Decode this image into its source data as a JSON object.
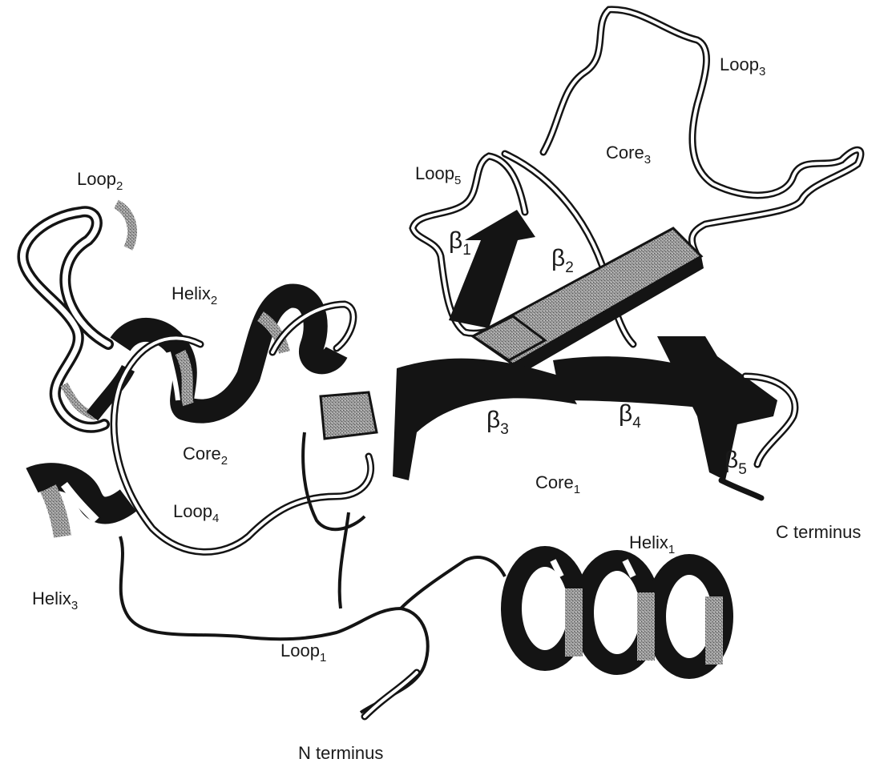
{
  "diagram": {
    "labels": {
      "loop1": {
        "base": "Loop",
        "sub": "1"
      },
      "loop2": {
        "base": "Loop",
        "sub": "2"
      },
      "loop3": {
        "base": "Loop",
        "sub": "3"
      },
      "loop4": {
        "base": "Loop",
        "sub": "4"
      },
      "loop5": {
        "base": "Loop",
        "sub": "5"
      },
      "helix1": {
        "base": "Helix",
        "sub": "1"
      },
      "helix2": {
        "base": "Helix",
        "sub": "2"
      },
      "helix3": {
        "base": "Helix",
        "sub": "3"
      },
      "core1": {
        "base": "Core",
        "sub": "1"
      },
      "core2": {
        "base": "Core",
        "sub": "2"
      },
      "core3": {
        "base": "Core",
        "sub": "3"
      },
      "beta1": {
        "base": "β",
        "sub": "1"
      },
      "beta2": {
        "base": "β",
        "sub": "2"
      },
      "beta3": {
        "base": "β",
        "sub": "3"
      },
      "beta4": {
        "base": "β",
        "sub": "4"
      },
      "beta5": {
        "base": "β",
        "sub": "5"
      },
      "n_terminus": "N terminus",
      "c_terminus": "C terminus"
    },
    "colors": {
      "ink": "#141414",
      "shade": "#8a8a8a",
      "paper": "#ffffff"
    }
  }
}
